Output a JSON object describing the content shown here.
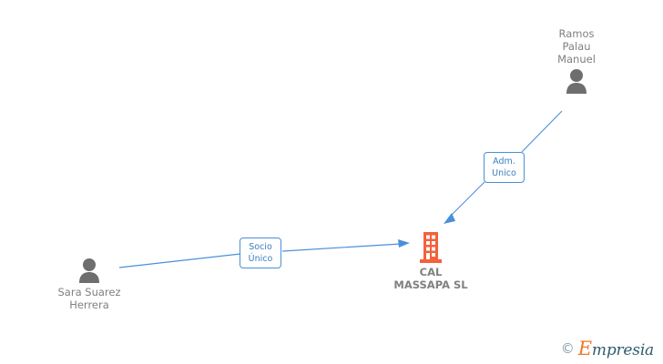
{
  "diagram": {
    "type": "corporate-relationship-graph",
    "background_color": "#ffffff",
    "accent_blue": "#4a90d9",
    "company_orange": "#f4613a",
    "node_gray": "#808080",
    "nodes": [
      {
        "id": "person-ramos-palau-manuel",
        "kind": "person",
        "label": "Ramos\nPalau\nManuel",
        "icon": "person-icon"
      },
      {
        "id": "person-sara-suarez-herrera",
        "kind": "person",
        "label": "Sara Suarez\nHerrera",
        "icon": "person-icon"
      },
      {
        "id": "company-cal-massapa-sl",
        "kind": "company",
        "label": "CAL\nMASSAPA SL",
        "icon": "building-icon"
      }
    ],
    "edges": [
      {
        "id": "edge-adm-unico",
        "from": "person-ramos-palau-manuel",
        "to": "company-cal-massapa-sl",
        "label": "Adm.\nUnico",
        "color": "#4a90d9"
      },
      {
        "id": "edge-socio-unico",
        "from": "person-sara-suarez-herrera",
        "to": "company-cal-massapa-sl",
        "label": "Socio\nÚnico",
        "color": "#4a90d9"
      }
    ]
  },
  "watermark": {
    "copyright": "©",
    "brand_initial": "E",
    "brand_rest": "mpresia"
  }
}
